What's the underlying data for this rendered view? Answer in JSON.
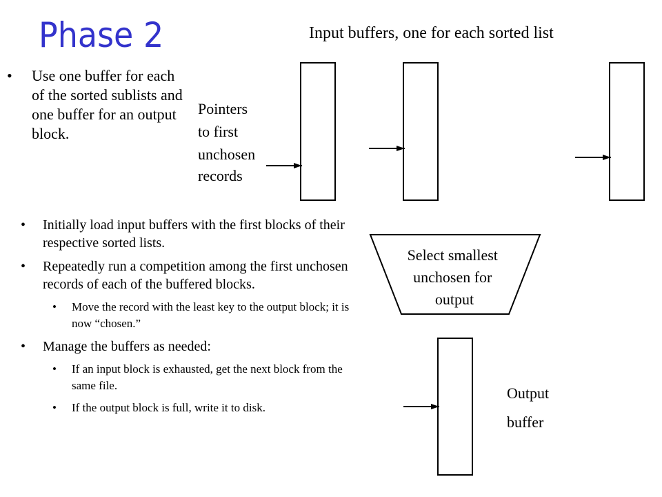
{
  "slide": {
    "title": "Phase 2",
    "intro_bullets": [
      "Use one buffer for each of the sorted sublists and one buffer for an output block."
    ],
    "bullets": [
      {
        "text": "Initially load input buffers with the first blocks of their respective sorted lists.",
        "level": 1
      },
      {
        "text": "Repeatedly run a competition among the first unchosen records of each of the buffered blocks.",
        "level": 1
      },
      {
        "text": "Move the record with the least key to the output block; it is now “chosen.”",
        "level": 2
      },
      {
        "text": "Manage the buffers as needed:",
        "level": 1
      },
      {
        "text": "If an input block is exhausted, get the next block from the same file.",
        "level": 2
      },
      {
        "text": "If the output block is full, write it to disk.",
        "level": 2
      }
    ]
  },
  "diagram": {
    "input_buffers_label": "Input buffers, one for each sorted list",
    "pointers_label": [
      "Pointers",
      "to first",
      "unchosen",
      "records"
    ],
    "select_label": [
      "Select smallest",
      "unchosen for",
      "output"
    ],
    "output_label": [
      "Output",
      "buffer"
    ]
  }
}
